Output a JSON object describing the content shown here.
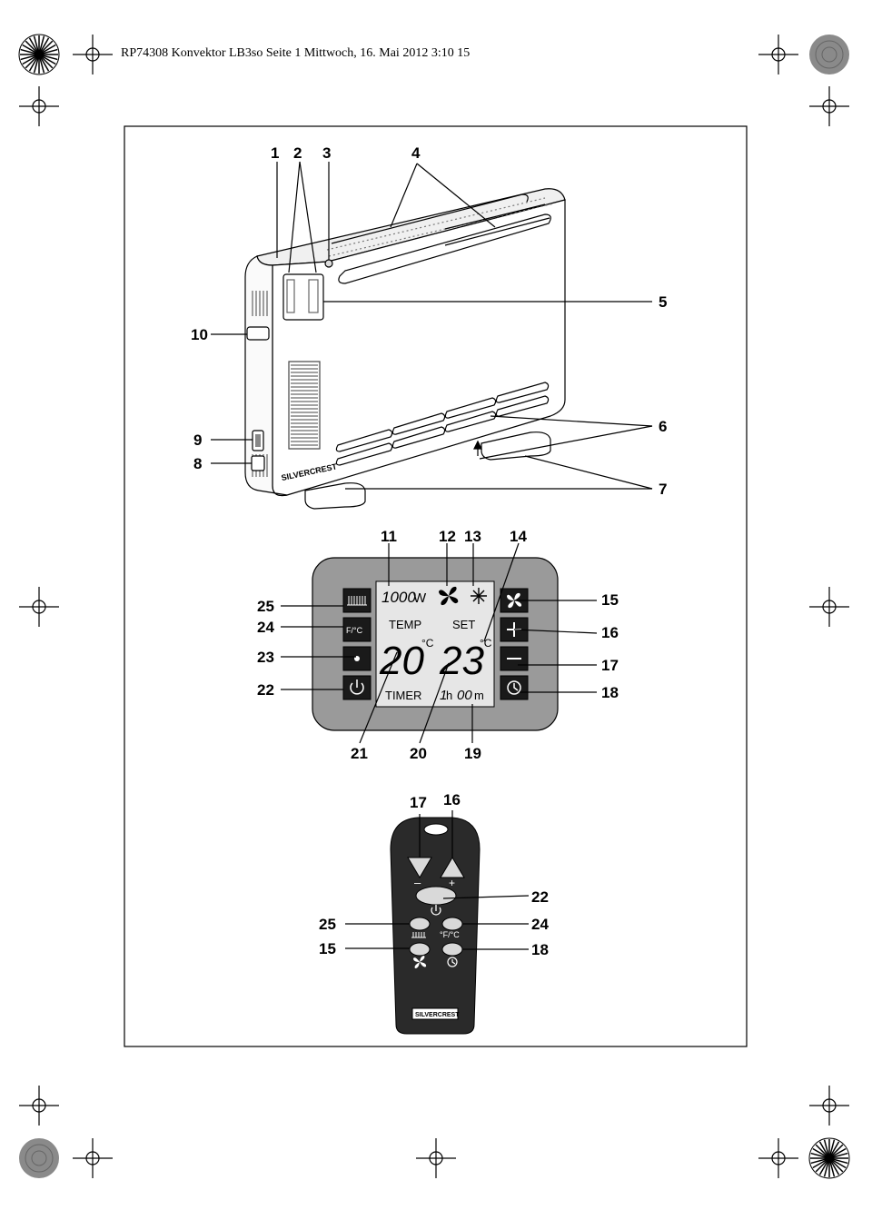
{
  "header": {
    "text": "RP74308 Konvektor LB3so  Seite 1  Mittwoch, 16. Mai 2012  3:10 15"
  },
  "colors": {
    "line": "#000000",
    "panel_gray": "#9a9a9a",
    "lcd_bg": "#e6e6e6",
    "remote": "#2a2a2a",
    "remote_btn": "#d9d9d9"
  },
  "heater": {
    "brand": "SILVERCREST",
    "callouts": [
      "1",
      "2",
      "3",
      "4",
      "5",
      "10",
      "9",
      "8",
      "6",
      "7"
    ]
  },
  "panel": {
    "callouts_top": [
      "11",
      "12",
      "13",
      "14"
    ],
    "callouts_left": [
      "25",
      "24",
      "23",
      "22"
    ],
    "callouts_right": [
      "15",
      "16",
      "17",
      "18"
    ],
    "callouts_bottom": [
      "21",
      "20",
      "19"
    ],
    "lcd": {
      "power": "1000",
      "power_unit": "W",
      "temp_label": "TEMP",
      "set_label": "SET",
      "temp_value": "20",
      "set_value": "23",
      "unit": "°C",
      "timer_label": "TIMER",
      "timer_h": "1",
      "h_unit": "h",
      "timer_m": "00",
      "m_unit": "m"
    },
    "button_fc_label": "F/°C"
  },
  "remote": {
    "callouts_top": [
      "17",
      "16"
    ],
    "callouts_left": [
      "25",
      "15"
    ],
    "callouts_right": [
      "22",
      "24",
      "18"
    ],
    "minus_label": "–",
    "plus_label": "+",
    "fc_label": "°F/°C",
    "brand": "SILVERCREST"
  }
}
